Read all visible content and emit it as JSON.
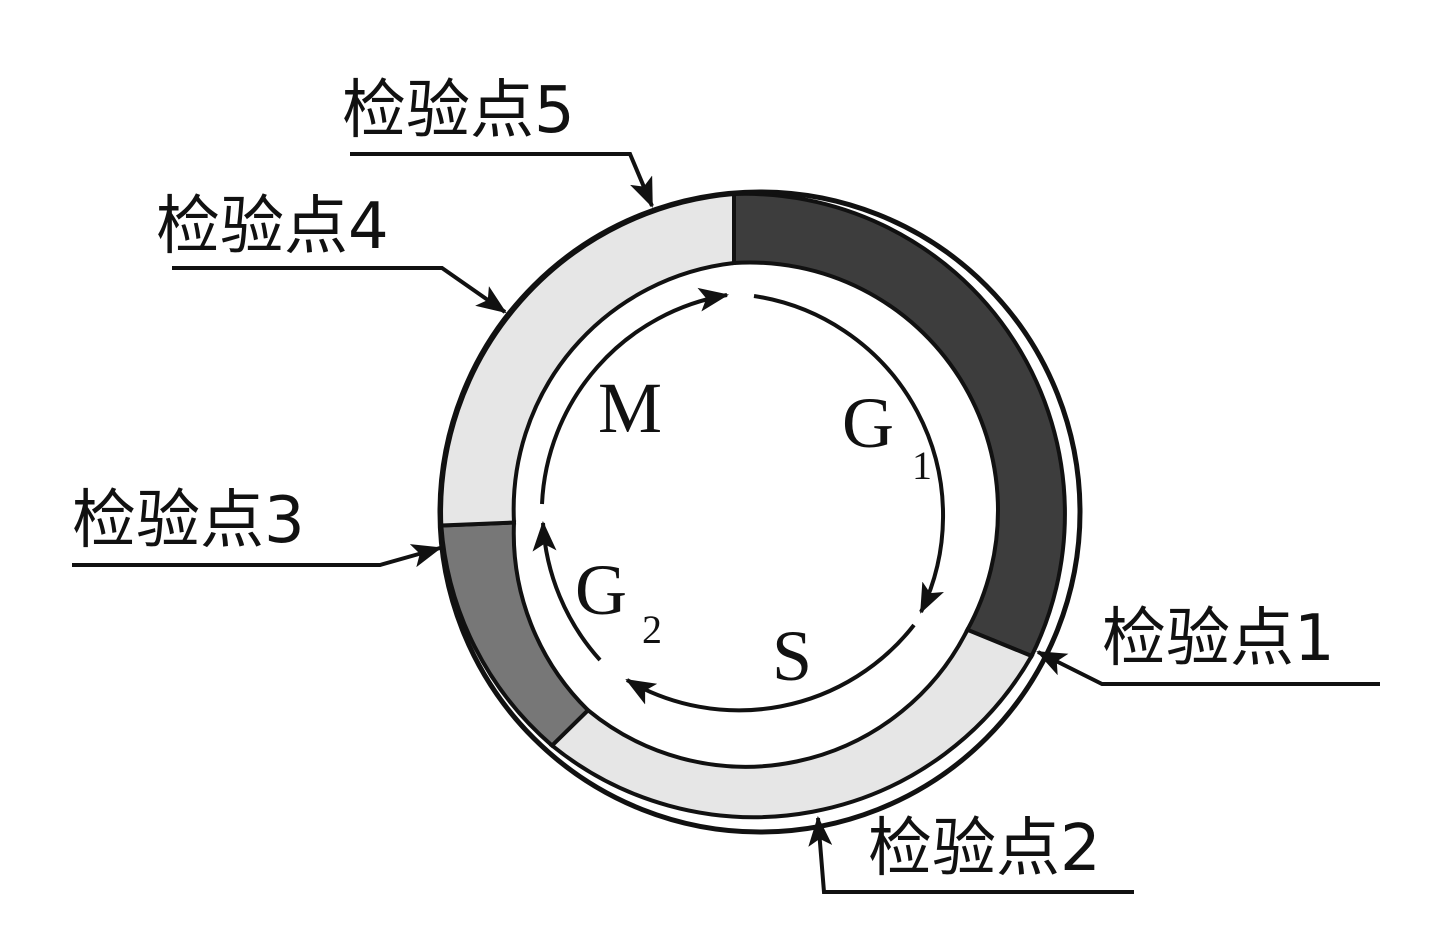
{
  "checkpoints": {
    "cp1": "检验点1",
    "cp2": "检验点2",
    "cp3": "检验点3",
    "cp4": "检验点4",
    "cp5": "检验点5"
  },
  "phases": {
    "m": "M",
    "g1_letter": "G",
    "g1_sub": "1",
    "s": "S",
    "g2_letter": "G",
    "g2_sub": "2"
  },
  "colors": {
    "ring_dark": "#3d3d3d",
    "ring_medium": "#777777",
    "ring_light": "#e6e6e6",
    "stroke": "#111111"
  }
}
